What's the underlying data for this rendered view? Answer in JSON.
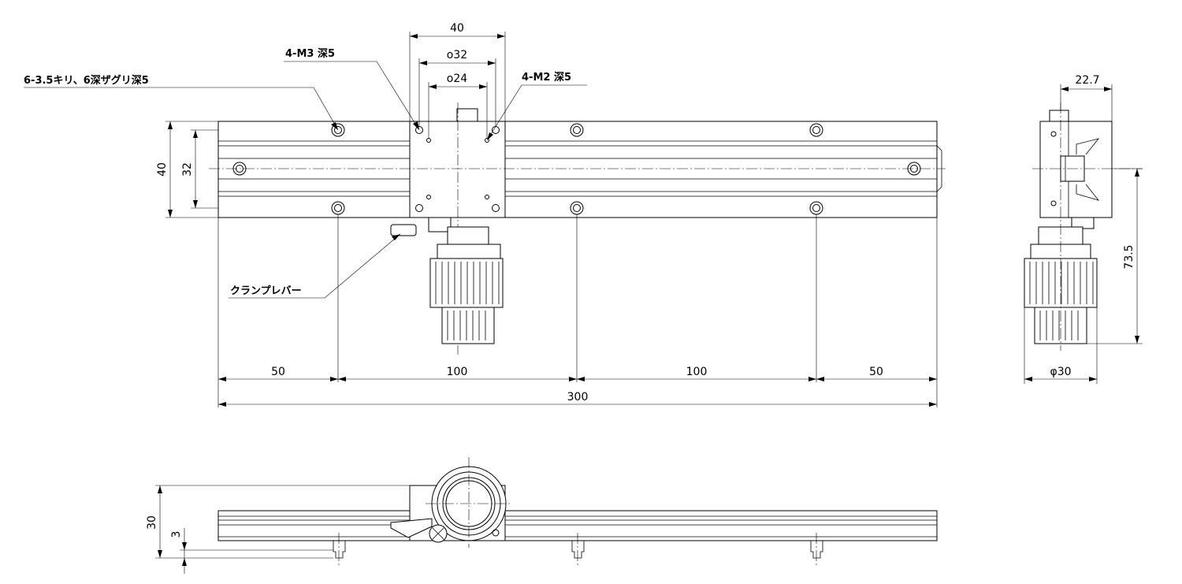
{
  "top_view": {
    "dimensions": {
      "carriage_width": "40",
      "hole_pitch_outer": "o32",
      "hole_pitch_inner": "o24",
      "rail_height": "40",
      "rail_inner_height": "32",
      "span_left": "50",
      "span_mid1": "100",
      "span_mid2": "100",
      "span_right": "50",
      "total_length": "300"
    },
    "callouts": {
      "mount_holes": "6-3.5キリ、6深ザグリ深5",
      "m3_holes": "4-M3 深5",
      "m2_holes": "4-M2 深5",
      "clamp_lever": "クランプレバー"
    }
  },
  "side_view": {
    "dimensions": {
      "offset": "22.7",
      "height": "73.5",
      "knob_diameter": "φ30"
    }
  },
  "front_view": {
    "dimensions": {
      "total_height": "30",
      "base_thickness": "3"
    }
  }
}
